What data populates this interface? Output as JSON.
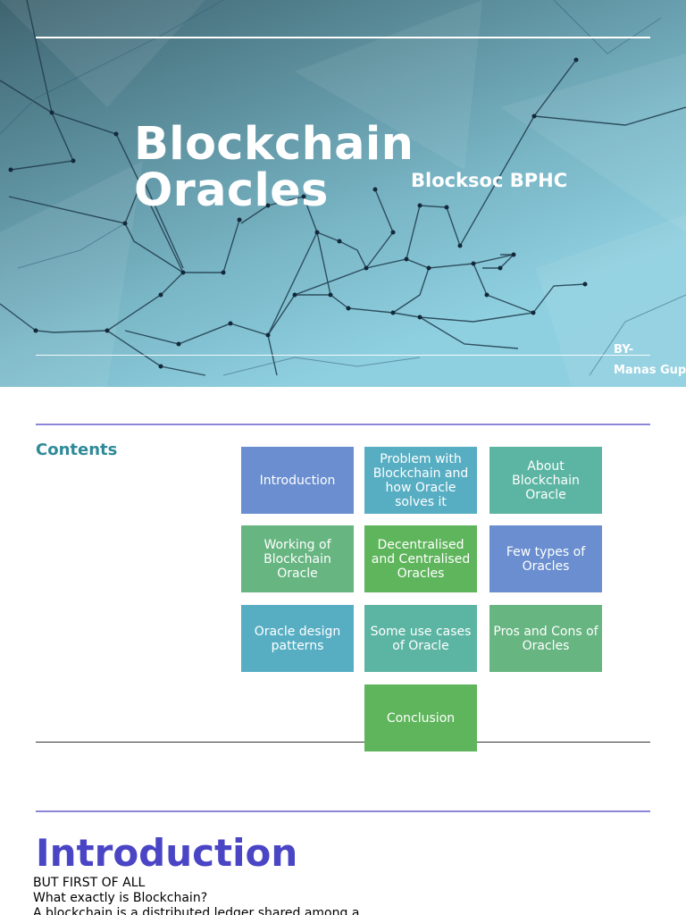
{
  "title_slide": {
    "title": "Blockchain Oracles",
    "subtitle": "Blocksoc BPHC",
    "author_prefix": "BY-",
    "author_name": "Manas Gupta"
  },
  "contents_slide": {
    "heading": "Contents",
    "tiles": [
      {
        "label": "Introduction",
        "color": "#6a8ecf"
      },
      {
        "label": "Problem with Blockchain and how Oracle solves it",
        "color": "#57aec3"
      },
      {
        "label": "About Blockchain Oracle",
        "color": "#5cb5a3"
      },
      {
        "label": "Working of Blockchain Oracle",
        "color": "#67b581"
      },
      {
        "label": "Decentralised and Centralised Oracles",
        "color": "#5fb55c"
      },
      {
        "label": "Few types of Oracles",
        "color": "#6a8ecf"
      },
      {
        "label": "Oracle design patterns",
        "color": "#57aec3"
      },
      {
        "label": "Some use cases of Oracle",
        "color": "#5cb5a3"
      },
      {
        "label": "Pros and Cons of Oracles",
        "color": "#67b581"
      },
      {
        "label": "Conclusion",
        "color": "#5fb55c"
      }
    ]
  },
  "intro_slide": {
    "heading": "Introduction",
    "lines": [
      "BUT FIRST OF ALL",
      "What exactly is Blockchain?",
      "A blockchain is a distributed ledger shared among a"
    ]
  },
  "colors": {
    "accent_purple": "#4a45c5",
    "rule_purple": "#8b87d6",
    "contents_teal": "#2f8a98"
  }
}
